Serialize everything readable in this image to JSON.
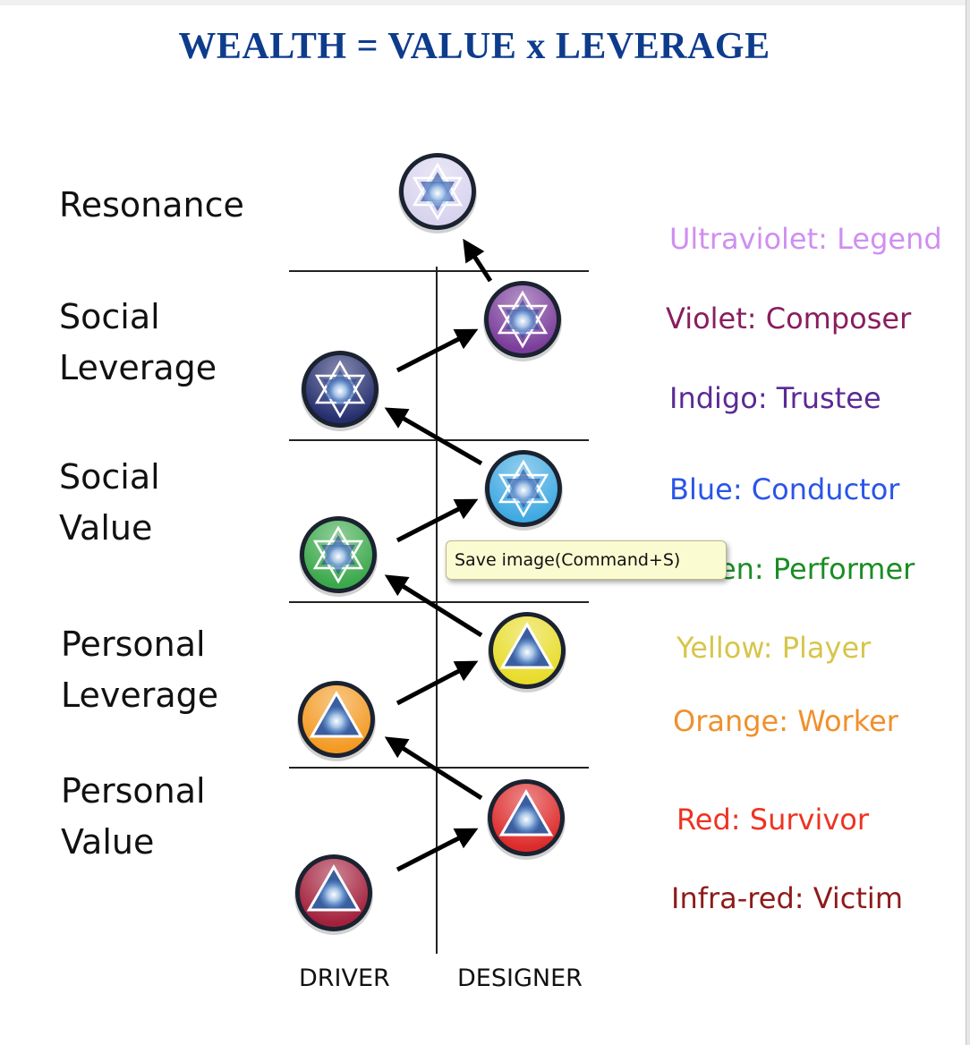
{
  "title": "WEALTH = VALUE x LEVERAGE",
  "rows": {
    "resonance": "Resonance",
    "social_leverage": [
      "Social",
      "Leverage"
    ],
    "social_value": [
      "Social",
      "Value"
    ],
    "personal_leverage": [
      "Personal",
      "Leverage"
    ],
    "personal_value": [
      "Personal",
      "Value"
    ]
  },
  "levels": [
    {
      "label": "Ultraviolet: Legend",
      "color": "#cf8ff0"
    },
    {
      "label": "Violet: Composer",
      "color": "#8a1d5e"
    },
    {
      "label": "Indigo: Trustee",
      "color": "#5b2a95"
    },
    {
      "label": "Blue: Conductor",
      "color": "#2a55e8"
    },
    {
      "label": "Green: Performer",
      "color": "#1b8c25"
    },
    {
      "label": "Yellow: Player",
      "color": "#d6c64a"
    },
    {
      "label": "Orange: Worker",
      "color": "#f0902c"
    },
    {
      "label": "Red: Survivor",
      "color": "#ee3322"
    },
    {
      "label": "Infra-red: Victim",
      "color": "#8f1a1a"
    }
  ],
  "columns": {
    "driver": "DRIVER",
    "designer": "DESIGNER"
  },
  "tooltip": "Save image(Command+S)",
  "icon_colors": {
    "ultraviolet": "#d8d3ee",
    "violet": "#7a3d9a",
    "indigo": "#252e6e",
    "blue": "#3fa9e2",
    "green": "#3aa84a",
    "yellow": "#e8dc2a",
    "orange": "#f39a22",
    "red": "#dd2a2a",
    "infrared": "#a3203c"
  }
}
